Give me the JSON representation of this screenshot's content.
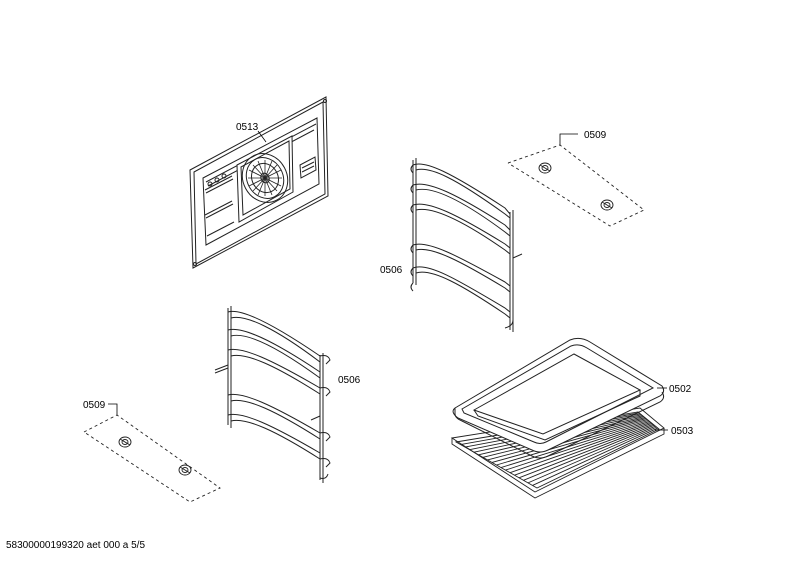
{
  "diagram": {
    "parts": [
      {
        "id": "fan-panel",
        "label": "0513"
      },
      {
        "id": "rail-right",
        "label": "0506"
      },
      {
        "id": "clips-top",
        "label": "0509"
      },
      {
        "id": "rail-left",
        "label": "0506"
      },
      {
        "id": "clips-bottom",
        "label": "0509"
      },
      {
        "id": "baking-tray",
        "label": "0502"
      },
      {
        "id": "wire-rack",
        "label": "0503"
      }
    ]
  },
  "footer": {
    "text": "58300000199320 aet 000 a 5/5"
  }
}
